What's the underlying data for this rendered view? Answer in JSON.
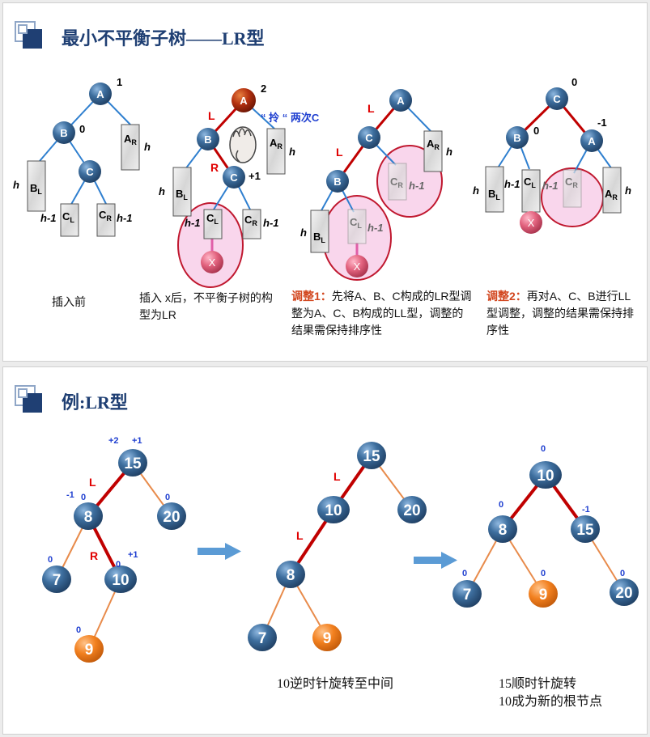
{
  "section1": {
    "title": "最小不平衡子树——LR型",
    "d1": {
      "A": "A",
      "B": "B",
      "C": "C",
      "bfA": "1",
      "bfB": "0",
      "BL": "B",
      "BL_sub": "L",
      "CL": "C",
      "CL_sub": "L",
      "CR": "C",
      "CR_sub": "R",
      "AR": "A",
      "AR_sub": "R",
      "h": "h",
      "hm1": "h-1"
    },
    "d2": {
      "bfA": "2",
      "bfC": "+1",
      "L": "L",
      "R": "R",
      "X": "X",
      "grab_note": "“ 拎 “ 两次C"
    },
    "d3": {
      "L1": "L",
      "L2": "L"
    },
    "d4": {
      "bfC": "0",
      "bfB": "0",
      "bfA": "-1"
    },
    "captions": {
      "c1": "插入前",
      "c2": "插入 x后，不平衡子树的构型为LR",
      "c3_label": "调整1：",
      "c3_text": "先将A、B、C构成的LR型调整为A、C、B构成的LL型，调整的结果需保持排序性",
      "c4_label": "调整2：",
      "c4_text": "再对A、C、B进行LL型调整，调整的结果需保持排序性"
    }
  },
  "section2": {
    "title": "例:LR型",
    "tree1": {
      "n15": "15",
      "n8": "8",
      "n20": "20",
      "n7": "7",
      "n10": "10",
      "n9": "9",
      "bf15a": "+2",
      "bf15b": "+1",
      "bf8a": "-1",
      "bf8b": "0",
      "bf20": "0",
      "bf7": "0",
      "bf10a": "0",
      "bf10b": "+1",
      "bf9": "0",
      "L": "L",
      "R": "R"
    },
    "tree2": {
      "n15": "15",
      "n10": "10",
      "n20": "20",
      "n8": "8",
      "n7": "7",
      "n9": "9",
      "L1": "L",
      "L2": "L"
    },
    "tree3": {
      "n10": "10",
      "n8": "8",
      "n15": "15",
      "n7": "7",
      "n9": "9",
      "n20": "20",
      "bf10": "0",
      "bf8": "0",
      "bf15": "-1",
      "bf7": "0",
      "bf9": "0",
      "bf20": "0"
    },
    "caption_mid": "10逆时针旋转至中间",
    "caption_right1": "15顺时针旋转",
    "caption_right2": "10成为新的根节点"
  },
  "colors": {
    "title": "#1f3f73",
    "node_blue": "#2f5f8f",
    "node_orange": "#ef7f1f",
    "edge_blue": "#2f7fcf",
    "edge_red": "#c00000",
    "edge_orange": "#e88b4b",
    "label_red": "#e00000",
    "label_blue": "#1f3fd0",
    "highlight": "#d2461e",
    "circle": "#c0182f",
    "circle_fill": "#f9d6ec"
  }
}
